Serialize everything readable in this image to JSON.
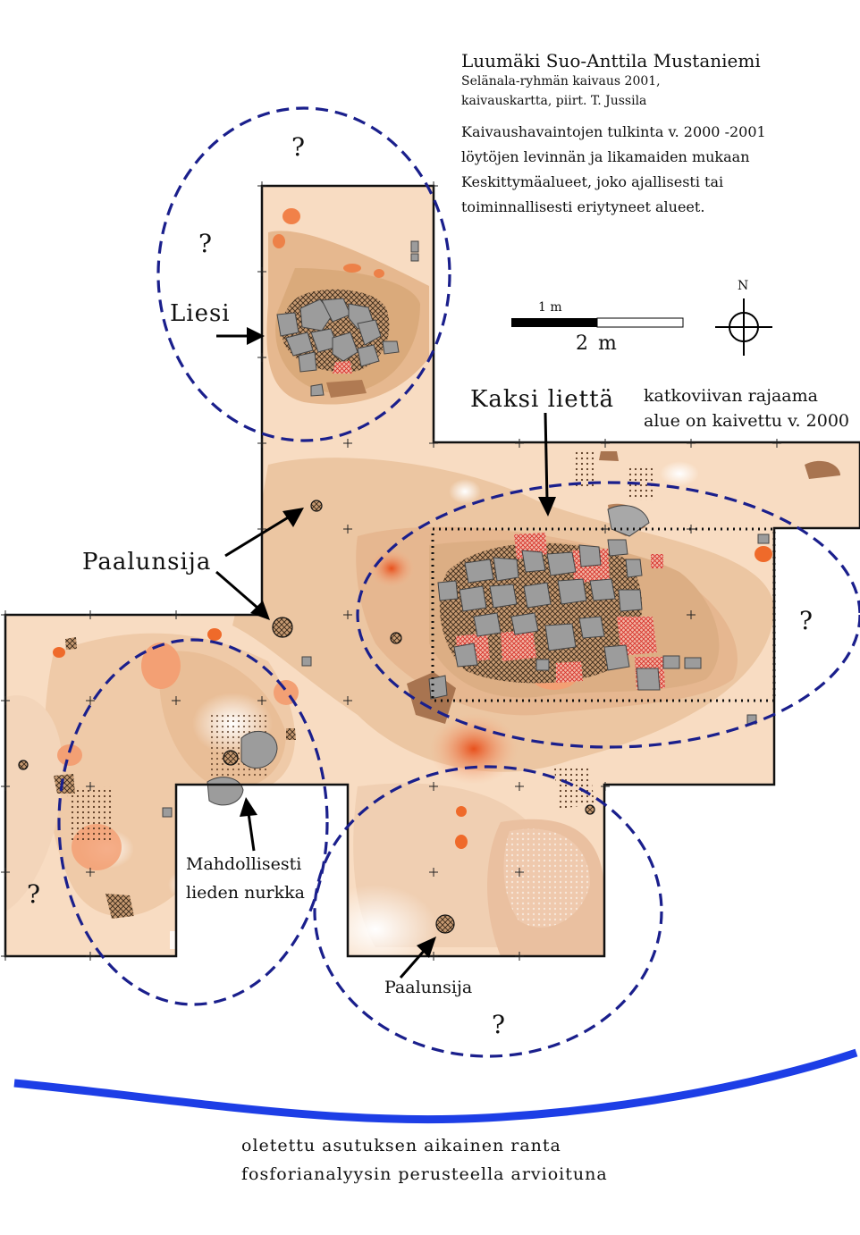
{
  "title": {
    "main": "Luumäki Suo-Anttila Mustaniemi",
    "line2": "Selänala-ryhmän kaivaus 2001,",
    "line3": "kaivauskartta, piirt. T. Jussila"
  },
  "interpretation": {
    "line1": "Kaivaushavaintojen tulkinta v. 2000 -2001",
    "line2": "löytöjen levinnän ja likamaiden mukaan",
    "line3": "Keskittymäalueet, joko ajallisesti tai",
    "line4": "toiminnallisesti eriytyneet alueet."
  },
  "scale": {
    "small": "1 m",
    "big": "2 m"
  },
  "north_arrow": {
    "label": "N"
  },
  "labels": {
    "liesi": "Liesi",
    "kaksi_lietta": "Kaksi liettä",
    "katkoviiva_1": "katkoviivan rajaama",
    "katkoviiva_2": "alue on kaivettu v. 2000",
    "paalunsija": "Paalunsija",
    "paalunsija_2": "Paalunsija",
    "mahdollisesti_1": "Mahdollisesti",
    "mahdollisesti_2": "lieden nurkka",
    "question": "?"
  },
  "shore": {
    "line1": "oletettu asutuksen aikainen ranta",
    "line2": "fosforianalyysin perusteella arvioituna"
  },
  "colors": {
    "excavation_fill": "#f8dcc2",
    "dirt_medium": "#e9bf99",
    "dirt_dark": "#d9a777",
    "stain_brown": "#b07a52",
    "orange_hot": "#ef6a2a",
    "orange_soft": "#f3a074",
    "stone": "#9c9c9c",
    "stone_edge": "#555555",
    "charcoal_red": "#d7332b",
    "circle_dash": "#1a1f8c",
    "shoreline": "#1d3ee6"
  }
}
